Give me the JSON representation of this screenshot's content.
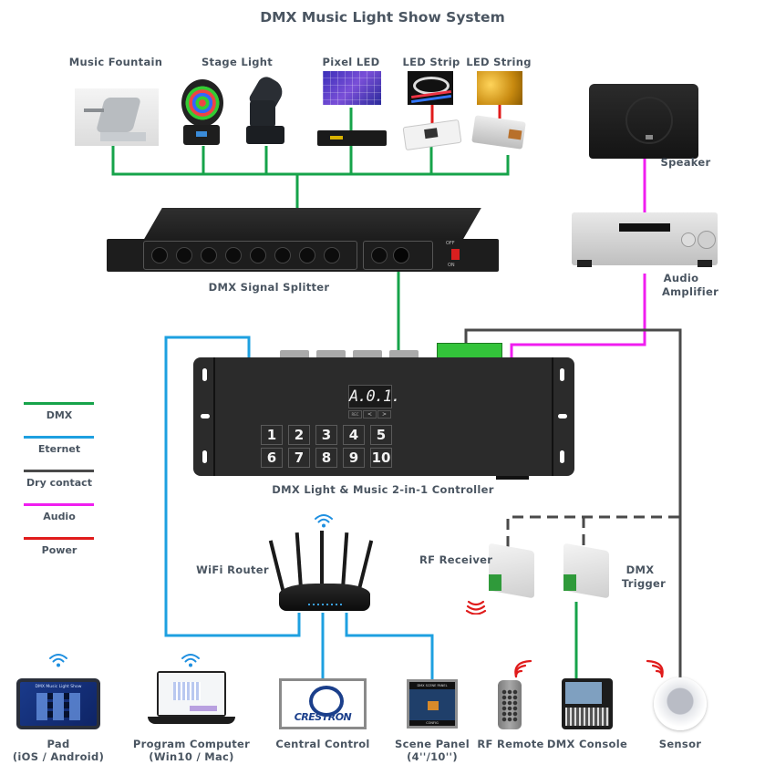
{
  "title": "DMX Music Light Show System",
  "legend": [
    {
      "label": "DMX",
      "color": "#16a34a"
    },
    {
      "label": "Eternet",
      "color": "#1ea0e0"
    },
    {
      "label": "Dry contact",
      "color": "#4a4a4a"
    },
    {
      "label": "Audio",
      "color": "#f01ef0"
    },
    {
      "label": "Power",
      "color": "#e01b1b"
    }
  ],
  "colors": {
    "dmx": "#16a34a",
    "ethernet": "#1ea0e0",
    "dry_contact": "#4a4a4a",
    "audio": "#f01ef0",
    "power": "#e01b1b"
  },
  "fixtures": {
    "music_fountain": "Music Fountain",
    "stage_light": "Stage Light",
    "pixel_led": "Pixel LED",
    "led_strip": "LED Strip",
    "led_string": "LED String"
  },
  "devices": {
    "speaker": "Speaker",
    "amplifier_line1": "Audio",
    "amplifier_line2": "Amplifier",
    "splitter": "DMX Signal Splitter",
    "controller": "DMX Light & Music 2-in-1 Controller",
    "wifi_router": "WiFi Router",
    "rf_receiver": "RF Receiver",
    "dmx_trigger_line1": "DMX",
    "dmx_trigger_line2": "Trigger"
  },
  "controller_panel": {
    "display": "A.0.1.",
    "nav_buttons": [
      "REC",
      "<",
      ">"
    ],
    "keys": [
      "1",
      "2",
      "3",
      "4",
      "5",
      "6",
      "7",
      "8",
      "9",
      "10"
    ]
  },
  "splitter_panel": {
    "switch_off": "OFF",
    "switch_on": "ON"
  },
  "endpoints": [
    {
      "name": "Pad",
      "sub": "(iOS / Android)"
    },
    {
      "name": "Program Computer",
      "sub": "(Win10 / Mac)"
    },
    {
      "name": "Central Control",
      "sub": ""
    },
    {
      "name": "Scene Panel",
      "sub": "(4''/10'')"
    },
    {
      "name": "RF Remote",
      "sub": ""
    },
    {
      "name": "DMX Console",
      "sub": ""
    },
    {
      "name": "Sensor",
      "sub": ""
    }
  ],
  "pad_screen": {
    "title": "DMX Music Light Show"
  },
  "crestron_logo": "CRESTRON",
  "scene_panel_screen": {
    "title": "DMX SCENE PANEL",
    "footer": "CONFIG"
  }
}
